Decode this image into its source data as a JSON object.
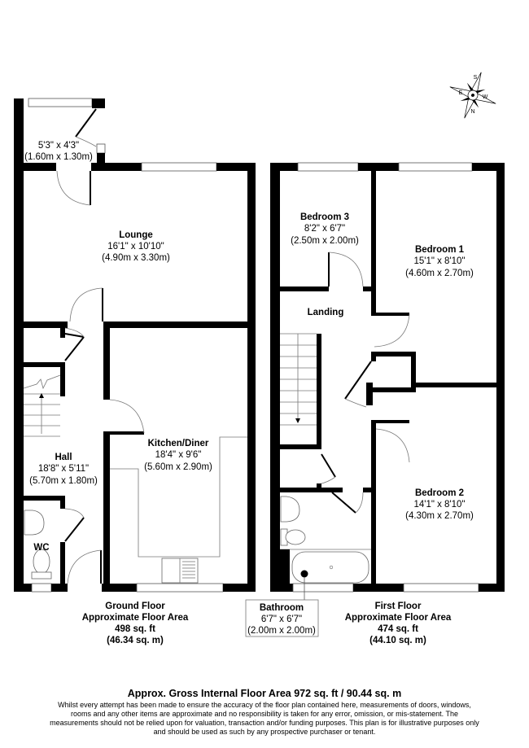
{
  "compass": {
    "labels": {
      "n": "N",
      "s": "S",
      "e": "E",
      "w": "W"
    }
  },
  "ground_floor": {
    "porch": {
      "name": "",
      "dim_imperial": "5'3\" x 4'3\"",
      "dim_metric": "(1.60m x 1.30m)"
    },
    "lounge": {
      "name": "Lounge",
      "dim_imperial": "16'1\" x 10'10\"",
      "dim_metric": "(4.90m x 3.30m)"
    },
    "hall": {
      "name": "Hall",
      "dim_imperial": "18'8\" x 5'11\"",
      "dim_metric": "(5.70m x 1.80m)"
    },
    "kitchen": {
      "name": "Kitchen/Diner",
      "dim_imperial": "18'4\" x 9'6\"",
      "dim_metric": "(5.60m x 2.90m)"
    },
    "wc": {
      "name": "WC"
    },
    "summary": {
      "title": "Ground Floor",
      "subtitle": "Approximate Floor Area",
      "sqft": "498 sq. ft",
      "sqm": "(46.34 sq. m)"
    }
  },
  "first_floor": {
    "bedroom3": {
      "name": "Bedroom 3",
      "dim_imperial": "8'2\" x 6'7\"",
      "dim_metric": "(2.50m x 2.00m)"
    },
    "bedroom1": {
      "name": "Bedroom 1",
      "dim_imperial": "15'1\" x 8'10\"",
      "dim_metric": "(4.60m x 2.70m)"
    },
    "landing": {
      "name": "Landing"
    },
    "bedroom2": {
      "name": "Bedroom 2",
      "dim_imperial": "14'1\" x 8'10\"",
      "dim_metric": "(4.30m x 2.70m)"
    },
    "bathroom": {
      "name": "Bathroom",
      "dim_imperial": "6'7\" x 6'7\"",
      "dim_metric": "(2.00m x 2.00m)"
    },
    "summary": {
      "title": "First Floor",
      "subtitle": "Approximate Floor Area",
      "sqft": "474 sq. ft",
      "sqm": "(44.10 sq. m)"
    }
  },
  "footer": {
    "total": "Approx. Gross Internal Floor Area 972 sq. ft / 90.44 sq. m",
    "disclaimer": "Whilst every attempt has been made to ensure the accuracy of the floor plan contained here, measurements of doors, windows, rooms and any other items are approximate and no responsibility is taken for any error, omission, or mis-statement. The measurements should not be relied upon for valuation, transaction and/or funding purposes. This plan is for illustrative purposes only and should be used as such by any prospective purchaser or tenant."
  }
}
